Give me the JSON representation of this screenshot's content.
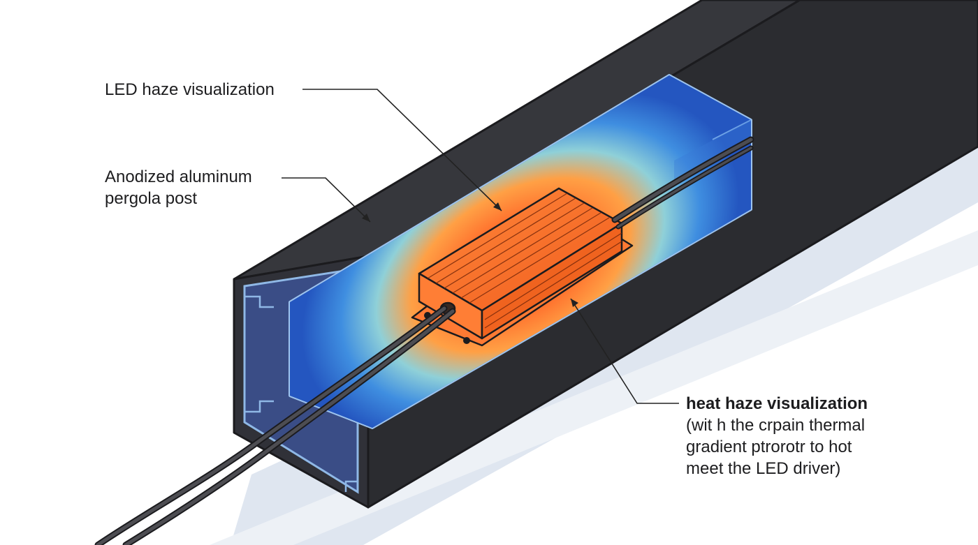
{
  "labels": {
    "led_haze": "LED haze visualization",
    "post_line1": "Anodized aluminum",
    "post_line2": "pergola post",
    "heat_title": "heat haze visualization",
    "heat_line1": "(wit h the  crpain thermal",
    "heat_line2": "gradient ptrorotr to hot",
    "heat_line3": "meet the LED driver)"
  },
  "colors": {
    "post_dark": "#2b2c30",
    "post_mid": "#36373c",
    "edge_highlight": "#8fb8e6",
    "glow_hot": "#ff6a2a",
    "glow_warm": "#ffb040",
    "glow_cool": "#2f6fd8",
    "shadow": "#dfe6f0",
    "leader": "#222222"
  }
}
